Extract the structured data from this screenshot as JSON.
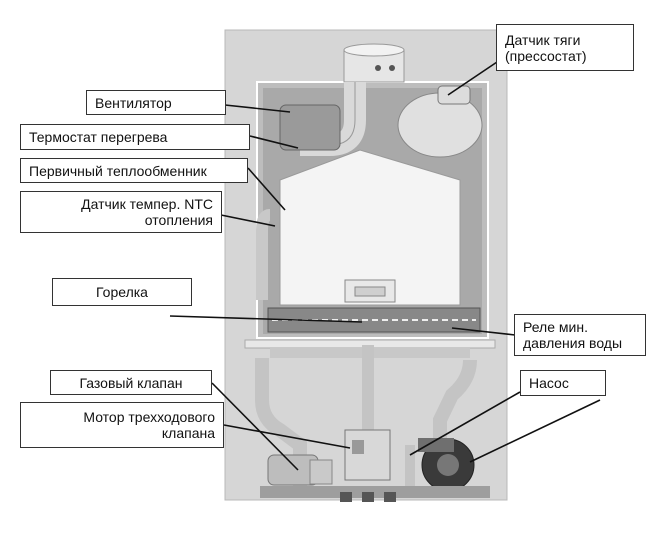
{
  "labels": {
    "draft_sensor": {
      "line1": "Датчик тяги",
      "line2": "(прессостат)"
    },
    "fan": "Вентилятор",
    "overheat_thermostat": "Термостат перегрева",
    "primary_heat_exchanger": "Первичный теплообменник",
    "ntc_sensor": {
      "line1": "Датчик темпер. NTC",
      "line2": "отопления"
    },
    "burner": "Горелка",
    "min_water_pressure_relay": {
      "line1": "Реле мин.",
      "line2": "давления воды"
    },
    "gas_valve": "Газовый клапан",
    "pump": "Насос",
    "three_way_valve_motor": {
      "line1": "Мотор трехходового",
      "line2": "клапана"
    }
  },
  "colors": {
    "casing": "#d6d6d6",
    "interior": "#bdbdbd",
    "heat_exchanger": "#f4f4f4",
    "pipes": "#b0b0b0",
    "leader_lines": "#111111"
  }
}
